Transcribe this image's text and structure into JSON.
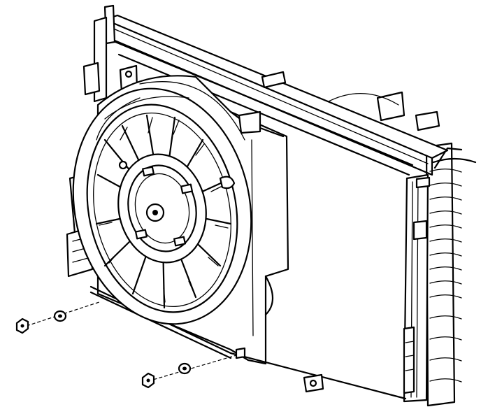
{
  "figure": {
    "kind": "line-art exploded view",
    "components": [
      "radiator",
      "fan-shroud",
      "cooling-fan",
      "fan-motor",
      "condenser",
      "mounting-nut",
      "washer"
    ],
    "fastener_count": 2
  }
}
